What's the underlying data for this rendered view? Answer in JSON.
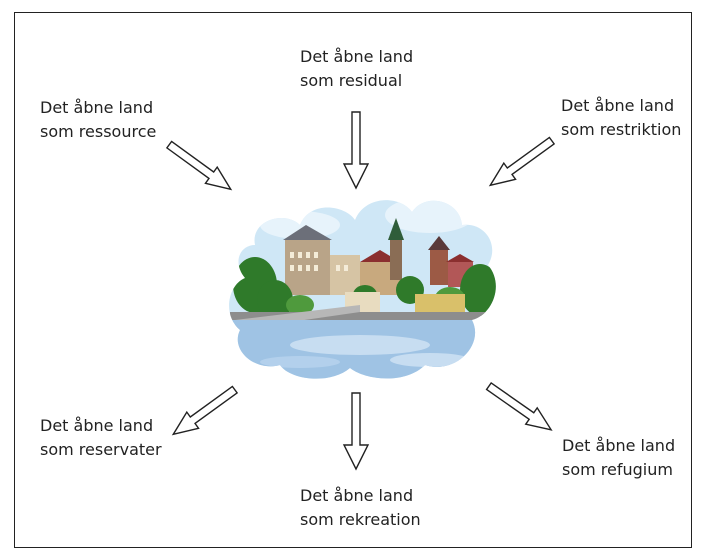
{
  "labels": {
    "residual": {
      "line1": "Det åbne land",
      "line2": "som residual"
    },
    "ressource": {
      "line1": "Det åbne land",
      "line2": "som ressource"
    },
    "restriktion": {
      "line1": "Det åbne land",
      "line2": "som restriktion"
    },
    "reservater": {
      "line1": "Det åbne land",
      "line2": "som reservater"
    },
    "rekreation": {
      "line1": "Det åbne land",
      "line2": "som rekreation"
    },
    "refugium": {
      "line1": "Det åbne land",
      "line2": "som refugium"
    }
  },
  "colors": {
    "sky": "#cfe7f6",
    "water": "#9fc3e4",
    "trees": "#2f7a2a",
    "roofs": "#8b2f2f",
    "arrow_stroke": "#222222"
  },
  "center_image": {
    "icon": "city-skyline-illustration"
  }
}
